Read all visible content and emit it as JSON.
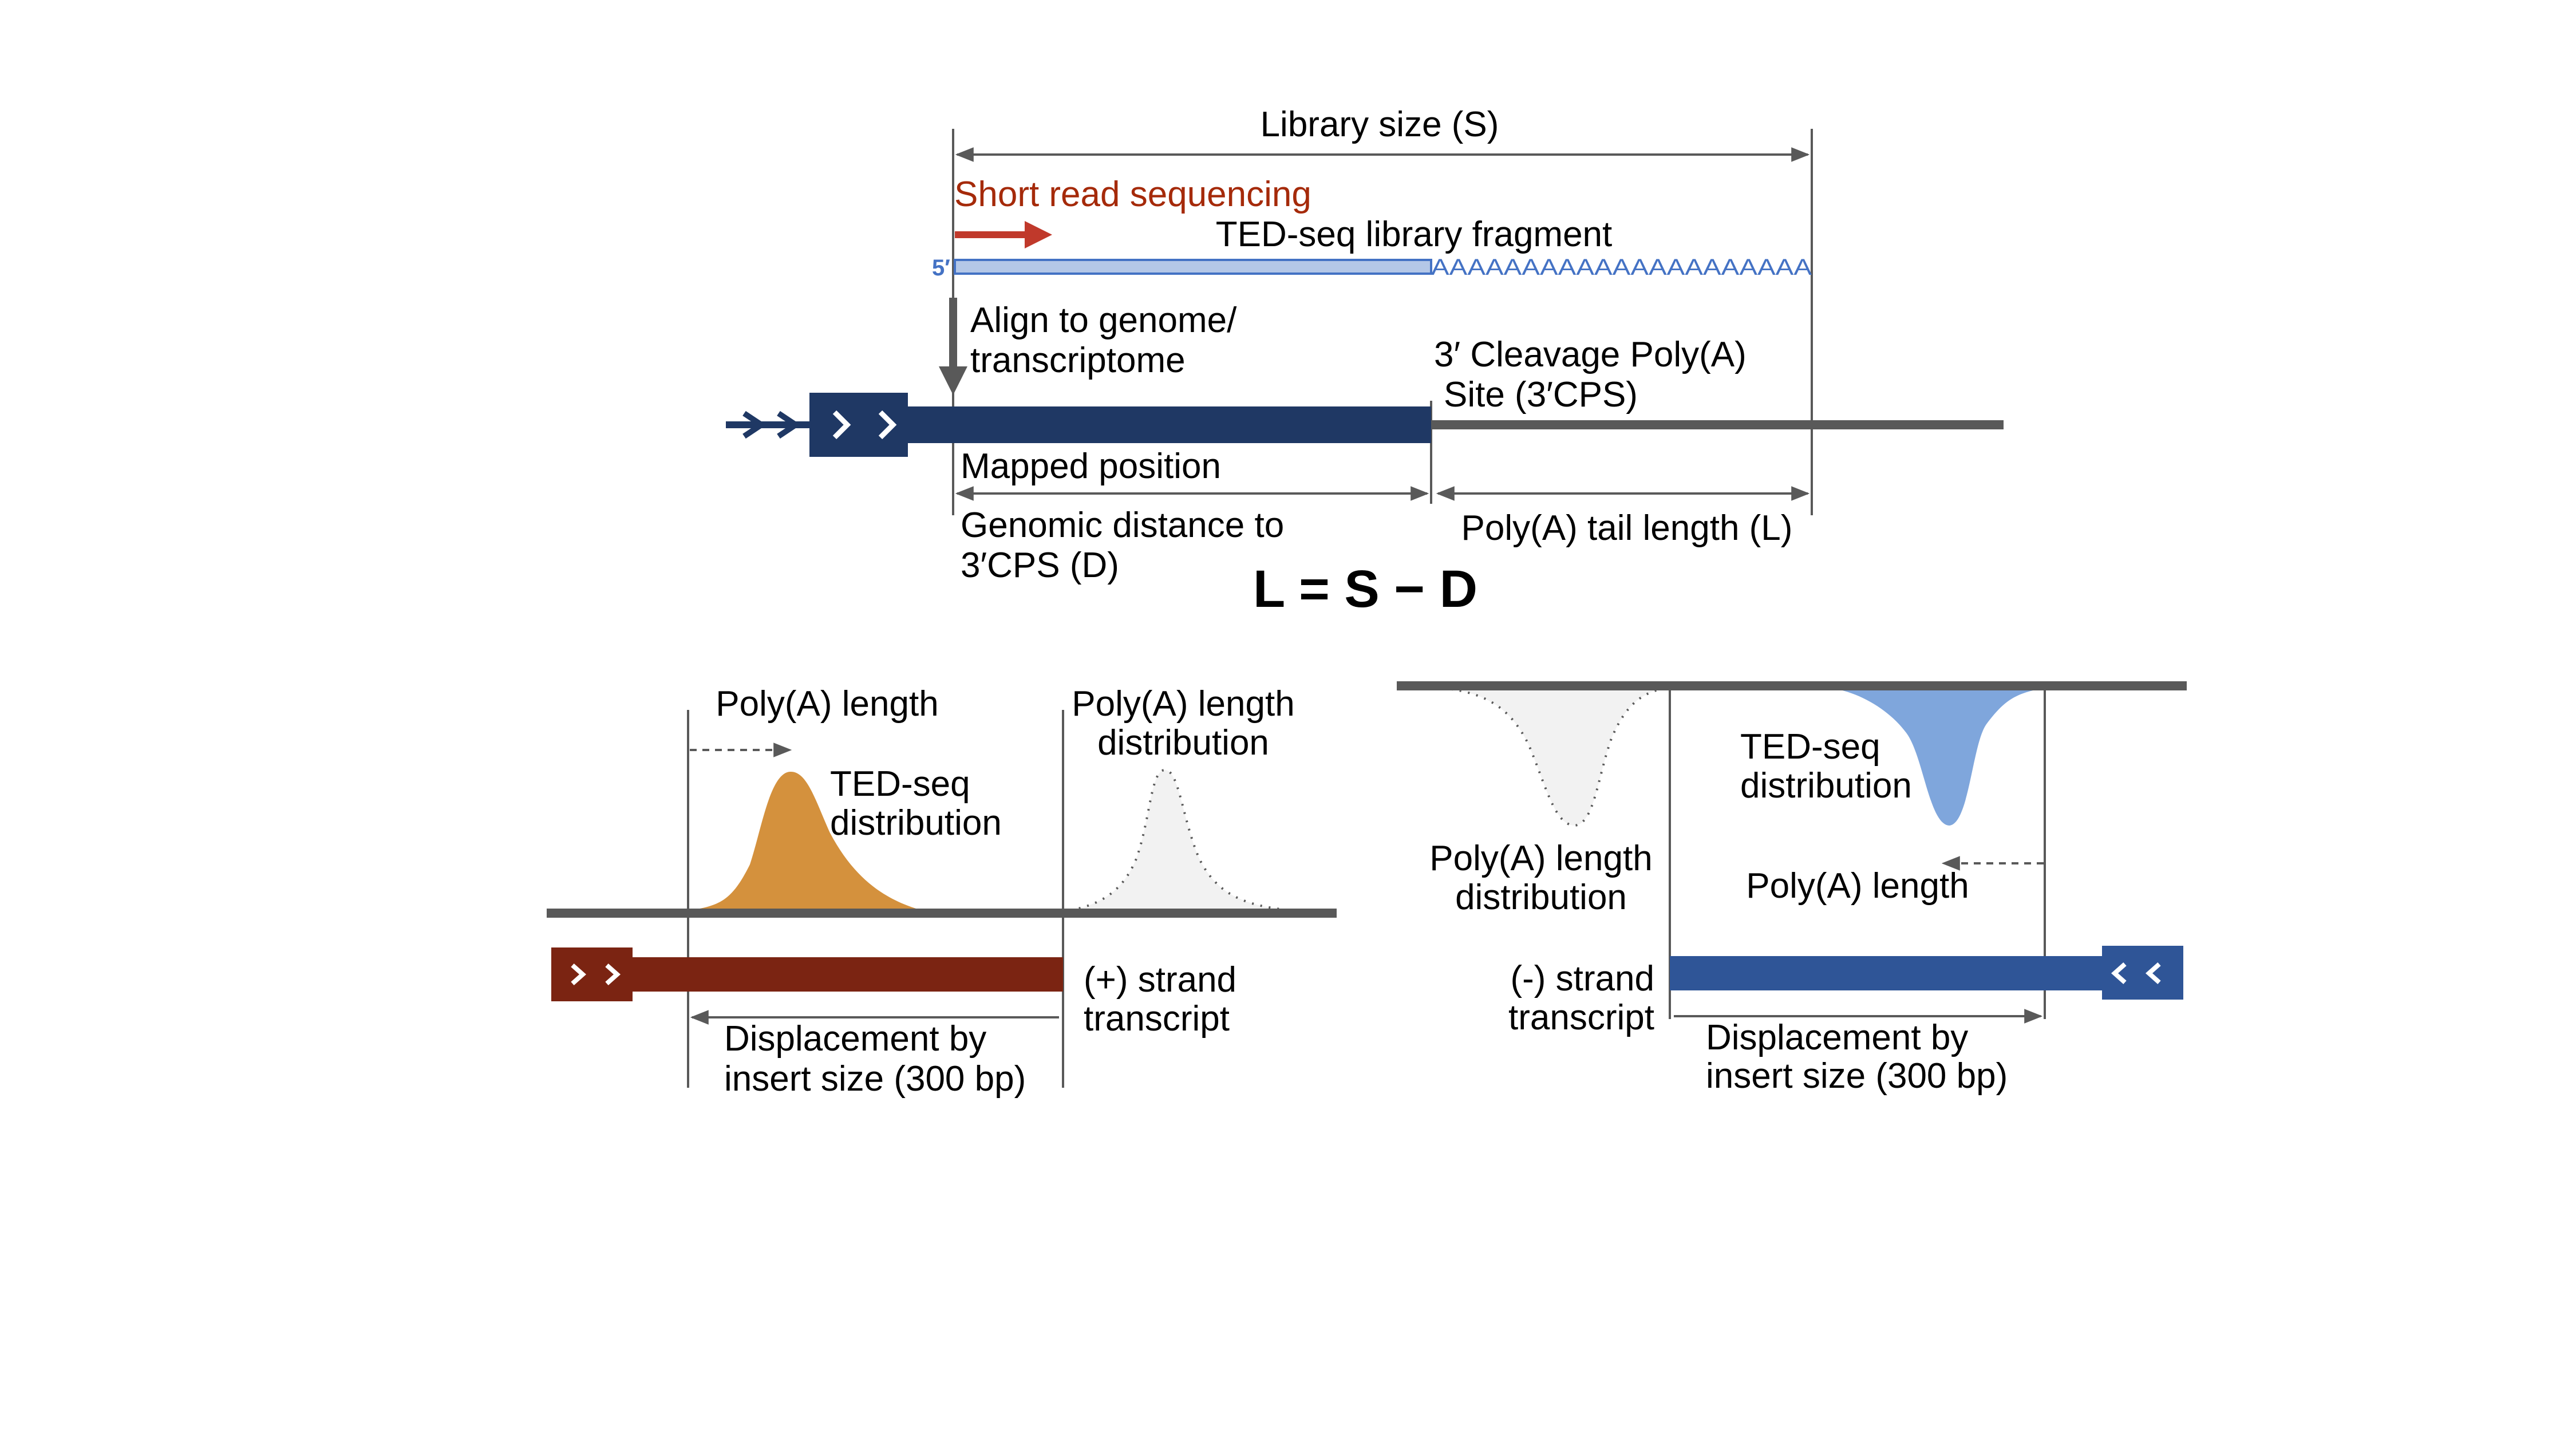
{
  "top": {
    "library_size": "Library size (S)",
    "short_read": "Short read sequencing",
    "fragment_label": "TED-seq library fragment",
    "five_prime": "5′",
    "polyA_seq": "AAAAAAAAAAAAAAAAAAAAA",
    "align_1": "Align to genome/",
    "align_2": "transcriptome",
    "cps_1": "3′ Cleavage Poly(A)",
    "cps_2": "Site (3′CPS)",
    "mapped": "Mapped position",
    "genomic_1": "Genomic distance to",
    "genomic_2": "3′CPS (D)",
    "tail_length": "Poly(A) tail length (L)",
    "formula": "L = S − D"
  },
  "left": {
    "polyA_length": "Poly(A) length",
    "ted_1": "TED-seq",
    "ted_2": "distribution",
    "dist_1": "Poly(A) length",
    "dist_2": "distribution",
    "strand_1": "(+) strand",
    "strand_2": "transcript",
    "disp_1": "Displacement by",
    "disp_2": "insert size (300 bp)"
  },
  "right": {
    "ted_1": "TED-seq",
    "ted_2": "distribution",
    "dist_1": "Poly(A) length",
    "dist_2": "distribution",
    "polyA_length": "Poly(A) length",
    "strand_1": "(-) strand",
    "strand_2": "transcript",
    "disp_1": "Displacement by",
    "disp_2": "insert size (300 bp)"
  },
  "colors": {
    "navy": "#1f3864",
    "grey_line": "#595959",
    "fragment_blue": "#4472c4",
    "fragment_fill": "#b4c7e7",
    "red_text": "#a52a0a",
    "red_arrow": "#c0392b",
    "orange_peak": "#d4913d",
    "dark_red": "#7b2412",
    "blue_peak": "#7fa6dc",
    "blue_bar": "#2f5597"
  }
}
